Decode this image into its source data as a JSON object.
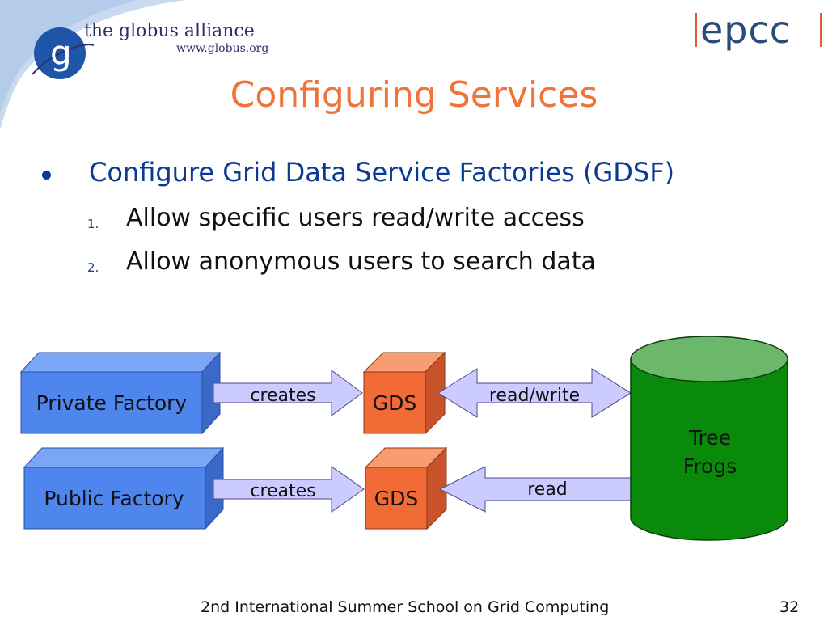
{
  "header": {
    "globus_logo_text": "the globus alliance",
    "globus_url": "www.globus.org",
    "epcc_logo": "epcc"
  },
  "slide": {
    "title": "Configuring Services",
    "bullet": "Configure Grid Data Service Factories (GDSF)",
    "items": [
      {
        "num": "1.",
        "text": "Allow specific users read/write access"
      },
      {
        "num": "2.",
        "text": "Allow anonymous users to search data"
      }
    ]
  },
  "diagram": {
    "private_factory": "Private Factory",
    "public_factory": "Public Factory",
    "creates_top": "creates",
    "creates_bottom": "creates",
    "gds_top": "GDS",
    "gds_bottom": "GDS",
    "read_write": "read/write",
    "read": "read",
    "database_line1": "Tree",
    "database_line2": "Frogs",
    "colors": {
      "factory_face": "#4f86ee",
      "factory_top": "#7aa6f5",
      "factory_side": "#3b69c8",
      "gds_face": "#f26a35",
      "gds_top": "#f89c72",
      "gds_side": "#c8532a",
      "arrow_fill": "#cccbff",
      "db_body": "#0a8a0a",
      "db_top": "#6bb86b"
    }
  },
  "footer": {
    "text": "2nd International Summer School on Grid Computing",
    "page": "32"
  }
}
